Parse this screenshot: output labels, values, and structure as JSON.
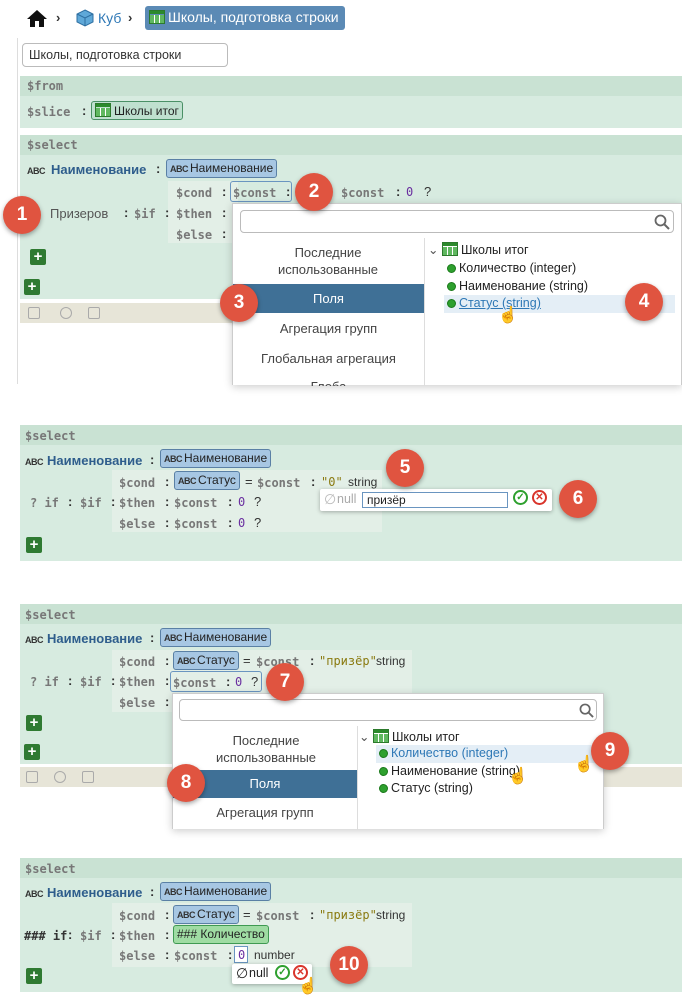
{
  "breadcrumb": {
    "home_icon": "home-icon",
    "item1": "Куб",
    "item2": "Школы, подготовка строки"
  },
  "title_input": "Школы, подготовка строки",
  "panel1": {
    "from_kw": "$from",
    "slice_kw": "$slice",
    "slice_value": "Школы итог",
    "select_kw": "$select",
    "abc": "ABC",
    "field_name": "Наименование",
    "field_value": "Наименование",
    "prizerov": "Призеров",
    "if_kw": "$if",
    "cond_kw": "$cond",
    "then_kw": "$then",
    "else_kw": "$else",
    "const_kw": "$const",
    "const_val": "0",
    "qmark": "?",
    "popup": {
      "search_placeholder": "",
      "cat_recent": "Последние использованные",
      "cat_fields": "Поля",
      "cat_groupagg": "Агрегация групп",
      "cat_globalagg": "Глобальная агрегация",
      "cat_more": "Глоба",
      "tree_root": "Школы итог",
      "items": [
        "Количество (integer)",
        "Наименование (string)",
        "Статус (string)"
      ]
    }
  },
  "panel2": {
    "select_kw": "$select",
    "abc": "ABC",
    "field_name": "Наименование",
    "field_value": "Наименование",
    "cond_kw": "$cond",
    "then_kw": "$then",
    "else_kw": "$else",
    "if_label": "? if",
    "if_kw": "$if",
    "status_chip": "Статус",
    "eq": "=",
    "const_kw": "$const",
    "const_str": "\"0\"",
    "type": "string",
    "const_val": "0",
    "qmark": "?",
    "null_label": "null",
    "edit_value": "призёр"
  },
  "panel3": {
    "select_kw": "$select",
    "abc": "ABC",
    "field_name": "Наименование",
    "field_value": "Наименование",
    "cond_kw": "$cond",
    "then_kw": "$then",
    "else_kw": "$else",
    "if_label": "? if",
    "if_kw": "$if",
    "status_chip": "Статус",
    "eq": "=",
    "const_kw": "$const",
    "const_str": "\"призёр\"",
    "type": "string",
    "const_val": "0",
    "qmark": "?",
    "popup": {
      "cat_recent": "Последние использованные",
      "cat_fields": "Поля",
      "cat_groupagg": "Агрегация групп",
      "tree_root": "Школы итог",
      "items": [
        "Количество (integer)",
        "Наименование (string)",
        "Статус (string)"
      ]
    }
  },
  "panel4": {
    "select_kw": "$select",
    "abc": "ABC",
    "field_name": "Наименование",
    "field_value": "Наименование",
    "cond_kw": "$cond",
    "then_kw": "$then",
    "else_kw": "$else",
    "if_label": "### if",
    "if_kw": "$if",
    "status_chip": "Статус",
    "eq": "=",
    "const_kw": "$const",
    "const_str": "\"призёр\"",
    "type": "string",
    "then_chip": "### Количество",
    "const_val": "0",
    "number_type": "number",
    "null_label": "null"
  },
  "badges": [
    "1",
    "2",
    "3",
    "4",
    "5",
    "6",
    "7",
    "8",
    "9",
    "10"
  ],
  "colors": {
    "accent_blue": "#3f7096",
    "badge_red": "#e05440",
    "band_green": "#d7ebe0",
    "chip_green": "#bfe0cf",
    "chip_blue": "#a7c7e3"
  }
}
